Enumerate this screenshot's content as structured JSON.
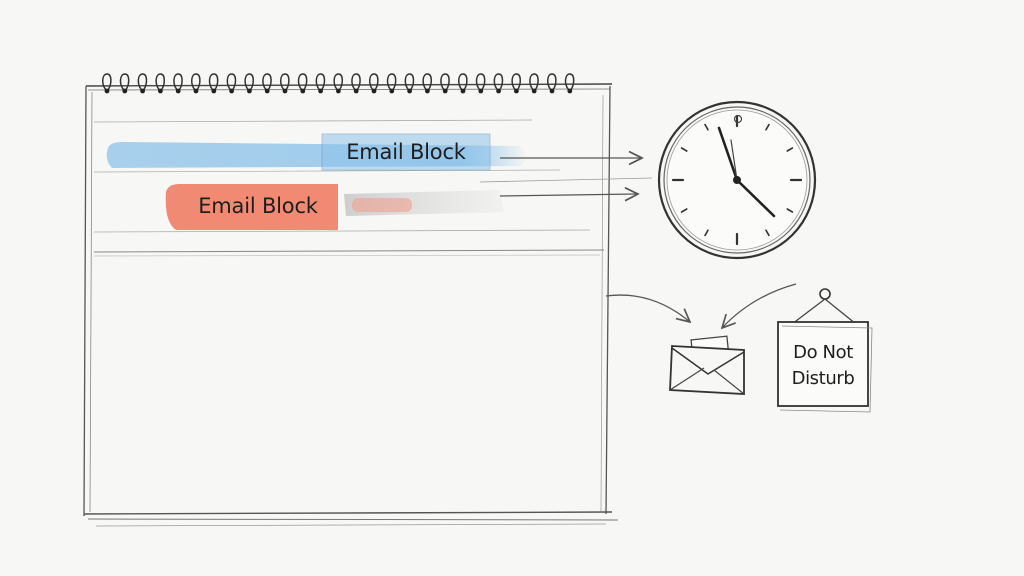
{
  "calendar": {
    "blocks": [
      {
        "label": "Email Block",
        "color": "#8ec3ea"
      },
      {
        "label": "Email Block",
        "color": "#f0775e"
      }
    ]
  },
  "sign": {
    "line1": "Do Not",
    "line2": "Disturb"
  },
  "icons": {
    "clock": "clock-icon",
    "envelope": "envelope-icon",
    "sign": "do-not-disturb-sign-icon"
  }
}
